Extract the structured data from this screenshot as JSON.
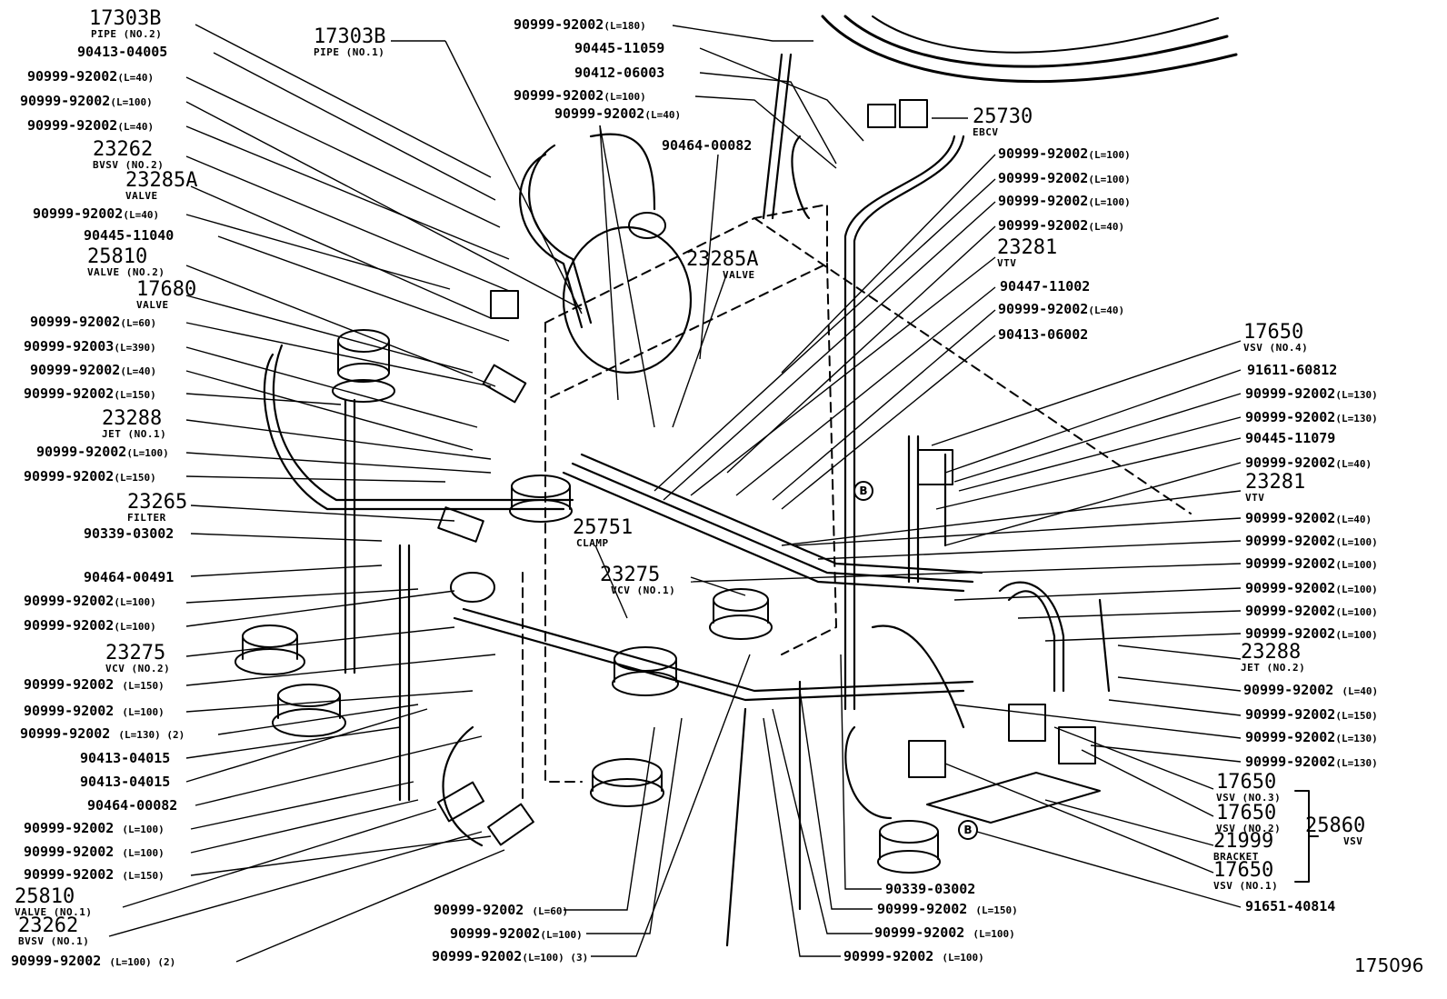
{
  "figure_number": "175096",
  "callout_letter": "B",
  "left_labels": [
    {
      "part": "17303B",
      "name": "PIPE (NO.2)"
    },
    {
      "part": "90413-04005"
    },
    {
      "part": "90999-92002",
      "size": "(L=40)"
    },
    {
      "part": "90999-92002",
      "size": "(L=100)"
    },
    {
      "part": "90999-92002",
      "size": "(L=40)"
    },
    {
      "part": "23262",
      "name": "BVSV (NO.2)"
    },
    {
      "part": "23285A",
      "name": "VALVE"
    },
    {
      "part": "90999-92002",
      "size": "(L=40)"
    },
    {
      "part": "90445-11040"
    },
    {
      "part": "25810",
      "name": "VALVE (NO.2)"
    },
    {
      "part": "17680",
      "name": "VALVE"
    },
    {
      "part": "90999-92002",
      "size": "(L=60)"
    },
    {
      "part": "90999-92003",
      "size": "(L=390)"
    },
    {
      "part": "90999-92002",
      "size": "(L=40)"
    },
    {
      "part": "90999-92002",
      "size": "(L=150)"
    },
    {
      "part": "23288",
      "name": "JET (NO.1)"
    },
    {
      "part": "90999-92002",
      "size": "(L=100)"
    },
    {
      "part": "90999-92002",
      "size": "(L=150)"
    },
    {
      "part": "23265",
      "name": "FILTER"
    },
    {
      "part": "90339-03002"
    },
    {
      "part": "90464-00491"
    },
    {
      "part": "90999-92002",
      "size": "(L=100)"
    },
    {
      "part": "90999-92002",
      "size": "(L=100)"
    },
    {
      "part": "23275",
      "name": "VCV (NO.2)"
    },
    {
      "part": "90999-92002",
      "size": "(L=150)"
    },
    {
      "part": "90999-92002",
      "size": "(L=100)"
    },
    {
      "part": "90999-92002",
      "size": "(L=130) (2)"
    },
    {
      "part": "90413-04015"
    },
    {
      "part": "90413-04015"
    },
    {
      "part": "90464-00082"
    },
    {
      "part": "90999-92002",
      "size": "(L=100)"
    },
    {
      "part": "90999-92002",
      "size": "(L=100)"
    },
    {
      "part": "90999-92002",
      "size": "(L=150)"
    },
    {
      "part": "25810",
      "name": "VALVE (NO.1)"
    },
    {
      "part": "23262",
      "name": "BVSV (NO.1)"
    },
    {
      "part": "90999-92002",
      "size": "(L=100) (2)"
    }
  ],
  "top_labels": [
    {
      "part": "17303B",
      "name": "PIPE (NO.1)"
    },
    {
      "part": "90999-92002",
      "size": "(L=180)"
    },
    {
      "part": "90445-11059"
    },
    {
      "part": "90412-06003"
    },
    {
      "part": "90999-92002",
      "size": "(L=100)"
    },
    {
      "part": "90999-92002",
      "size": "(L=40)"
    },
    {
      "part": "90464-00082"
    },
    {
      "part": "25730",
      "name": "EBCV"
    }
  ],
  "center_labels": [
    {
      "part": "23285A",
      "name": "VALVE"
    },
    {
      "part": "25751",
      "name": "CLAMP"
    },
    {
      "part": "23275",
      "name": "VCV (NO.1)"
    }
  ],
  "right_upper_labels": [
    {
      "part": "90999-92002",
      "size": "(L=100)"
    },
    {
      "part": "90999-92002",
      "size": "(L=100)"
    },
    {
      "part": "90999-92002",
      "size": "(L=100)"
    },
    {
      "part": "90999-92002",
      "size": "(L=40)"
    },
    {
      "part": "23281",
      "name": "VTV"
    },
    {
      "part": "90447-11002"
    },
    {
      "part": "90999-92002",
      "size": "(L=40)"
    },
    {
      "part": "90413-06002"
    }
  ],
  "right_labels": [
    {
      "part": "17650",
      "name": "VSV (NO.4)"
    },
    {
      "part": "91611-60812"
    },
    {
      "part": "90999-92002",
      "size": "(L=130)"
    },
    {
      "part": "90999-92002",
      "size": "(L=130)"
    },
    {
      "part": "90445-11079"
    },
    {
      "part": "90999-92002",
      "size": "(L=40)"
    },
    {
      "part": "23281",
      "name": "VTV"
    },
    {
      "part": "90999-92002",
      "size": "(L=40)"
    },
    {
      "part": "90999-92002",
      "size": "(L=100)"
    },
    {
      "part": "90999-92002",
      "size": "(L=100)"
    },
    {
      "part": "90999-92002",
      "size": "(L=100)"
    },
    {
      "part": "90999-92002",
      "size": "(L=100)"
    },
    {
      "part": "90999-92002",
      "size": "(L=100)"
    },
    {
      "part": "23288",
      "name": "JET (NO.2)"
    },
    {
      "part": "90999-92002",
      "size": "(L=40)"
    },
    {
      "part": "90999-92002",
      "size": "(L=150)"
    },
    {
      "part": "90999-92002",
      "size": "(L=130)"
    },
    {
      "part": "90999-92002",
      "size": "(L=130)"
    },
    {
      "part": "17650",
      "name": "VSV (NO.3)"
    },
    {
      "part": "17650",
      "name": "VSV (NO.2)"
    },
    {
      "part": "21999",
      "name": "BRACKET"
    },
    {
      "part": "17650",
      "name": "VSV (NO.1)"
    },
    {
      "part": "91651-40814"
    }
  ],
  "assembly_group": {
    "part": "25860",
    "name": "VSV"
  },
  "bottom_labels": [
    {
      "part": "90339-03002"
    },
    {
      "part": "90999-92002",
      "size": "(L=150)"
    },
    {
      "part": "90999-92002",
      "size": "(L=100)"
    },
    {
      "part": "90999-92002",
      "size": "(L=100)"
    },
    {
      "part": "90999-92002",
      "size": "(L=60)"
    },
    {
      "part": "90999-92002",
      "size": "(L=100)"
    },
    {
      "part": "90999-92002",
      "size": "(L=100) (3)"
    }
  ]
}
